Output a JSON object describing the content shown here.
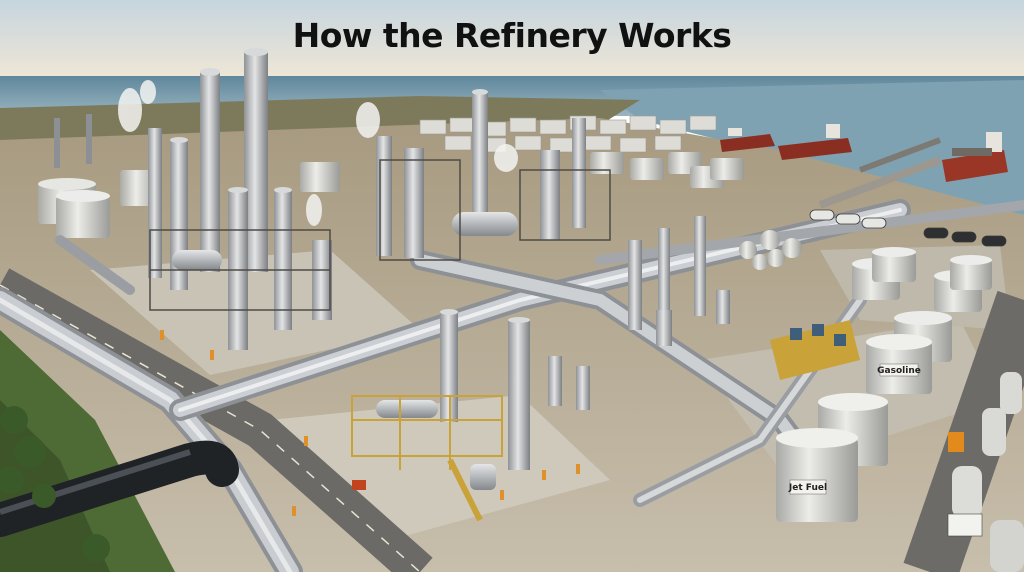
{
  "title": "How the Refinery Works",
  "tank_labels": {
    "gasoline": "Gasoline",
    "jet_fuel": "Jet Fuel"
  },
  "colors": {
    "sky_top": "#c9d7df",
    "sky_bottom": "#efe6d4",
    "sea": "#6e93a6",
    "ground": "#b9ad98",
    "concrete": "#c7c1b4",
    "pipe": "#b9bcc0",
    "tank": "#d9d9d6",
    "steel_yellow": "#c9a23a",
    "grass": "#4f6b35"
  }
}
